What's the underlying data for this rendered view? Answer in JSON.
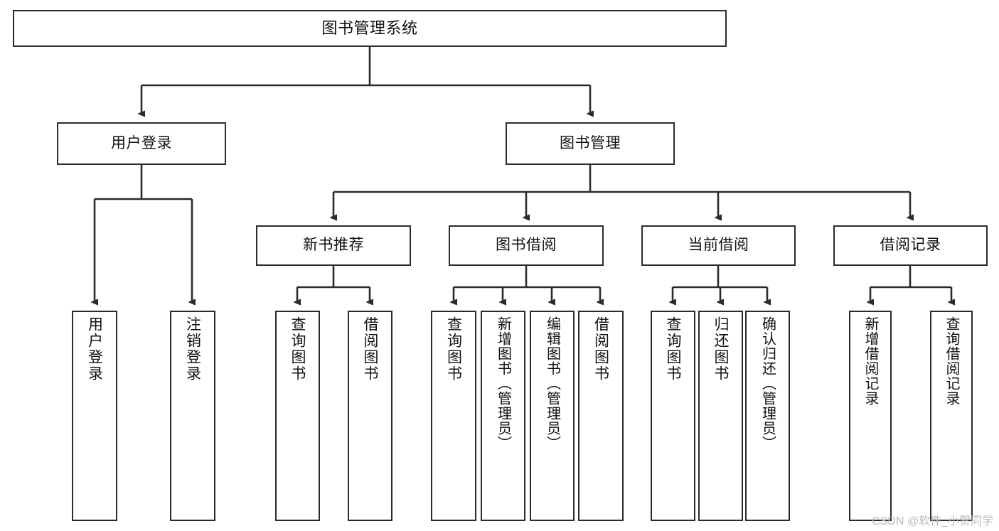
{
  "diagram": {
    "title": "图书管理系统",
    "type": "tree-hierarchy",
    "watermark": "CSDN @软件_小贺同学",
    "colors": {
      "background": "#ffffff",
      "box_border": "#2b2b2b",
      "connector": "#2b2b2b",
      "text": "#111111",
      "watermark": "#b9b9b9"
    },
    "nodes": {
      "root": {
        "label": "图书管理系统",
        "level": 1
      },
      "user_login": {
        "label": "用户登录",
        "level": 2
      },
      "book_manage": {
        "label": "图书管理",
        "level": 2
      },
      "new_book_rec": {
        "label": "新书推荐",
        "level": 3
      },
      "book_borrow": {
        "label": "图书借阅",
        "level": 3
      },
      "current_borrow": {
        "label": "当前借阅",
        "level": 3
      },
      "borrow_record": {
        "label": "借阅记录",
        "level": 3
      },
      "leaf_user_login": {
        "label": "用户登录",
        "level": 3
      },
      "leaf_logout": {
        "label": "注销登录",
        "level": 3
      },
      "leaf_query_book_1": {
        "label": "查询图书",
        "level": 4
      },
      "leaf_borrow_book_1": {
        "label": "借阅图书",
        "level": 4
      },
      "leaf_query_book_2": {
        "label": "查询图书",
        "level": 4
      },
      "leaf_add_book": {
        "label": "新增图书（管理员）",
        "level": 4
      },
      "leaf_edit_book": {
        "label": "编辑图书（管理员）",
        "level": 4
      },
      "leaf_borrow_book_2": {
        "label": "借阅图书",
        "level": 4
      },
      "leaf_query_book_3": {
        "label": "查询图书",
        "level": 4
      },
      "leaf_return_book": {
        "label": "归还图书",
        "level": 4
      },
      "leaf_confirm_return": {
        "label": "确认归还（管理员）",
        "level": 4
      },
      "leaf_add_record": {
        "label": "新增借阅记录",
        "level": 4
      },
      "leaf_query_record": {
        "label": "查询借阅记录",
        "level": 4
      }
    }
  }
}
